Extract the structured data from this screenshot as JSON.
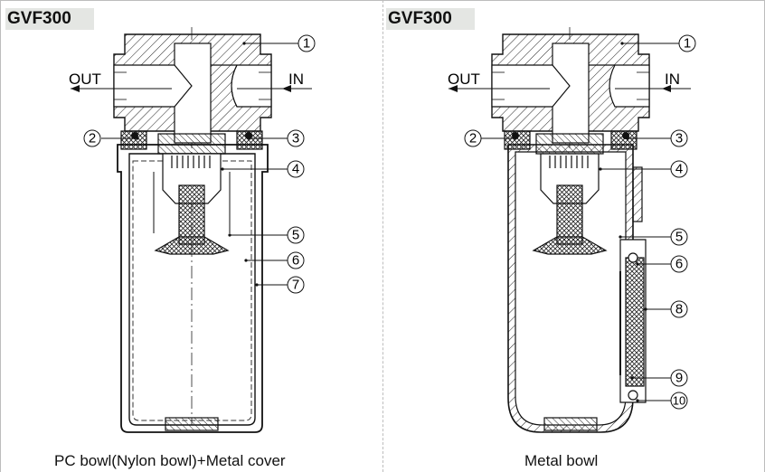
{
  "panels": [
    {
      "model": "GVF300",
      "caption": "PC bowl(Nylon bowl)+Metal cover",
      "out_label": "OUT",
      "in_label": "IN",
      "callouts": [
        "1",
        "2",
        "3",
        "4",
        "5",
        "6",
        "7"
      ]
    },
    {
      "model": "GVF300",
      "caption": "Metal bowl",
      "out_label": "OUT",
      "in_label": "IN",
      "callouts": [
        "1",
        "2",
        "3",
        "4",
        "5",
        "6",
        "8",
        "9",
        "10"
      ]
    }
  ]
}
